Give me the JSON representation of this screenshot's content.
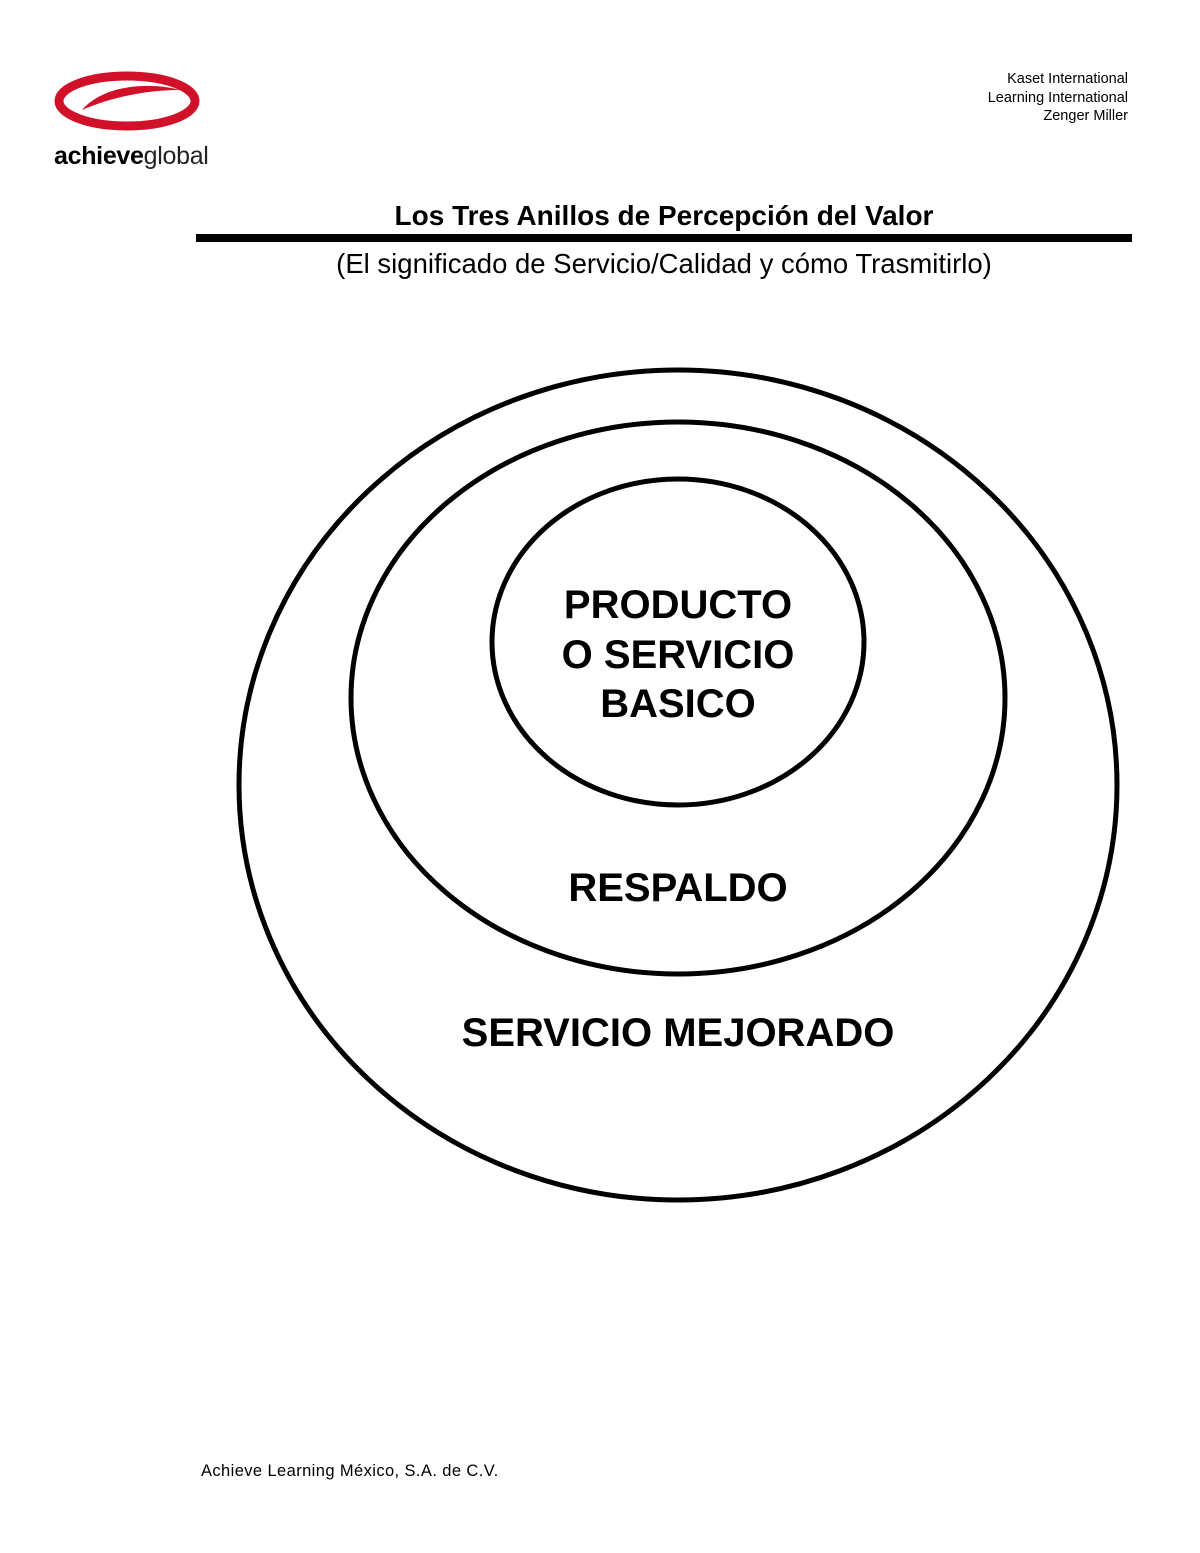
{
  "header": {
    "logo_bold": "achieve",
    "logo_light": "global",
    "affiliates": [
      "Kaset International",
      "Learning International",
      "Zenger Miller"
    ]
  },
  "title": "Los Tres Anillos de Percepción del Valor",
  "subtitle": "(El significado de Servicio/Calidad y cómo Trasmitirlo)",
  "diagram": {
    "inner_ring": [
      "PRODUCTO",
      "O SERVICIO",
      "BASICO"
    ],
    "middle_ring": "RESPALDO",
    "outer_ring": "SERVICIO MEJORADO"
  },
  "footer": "Achieve Learning México, S.A. de C.V.",
  "colors": {
    "logo_red": "#d1102a",
    "ink": "#000000"
  }
}
